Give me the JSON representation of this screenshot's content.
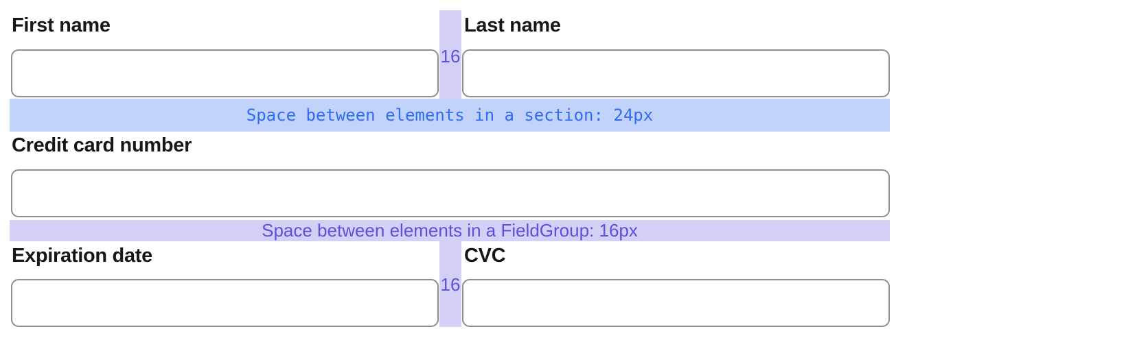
{
  "colors": {
    "section_band_bg": "#c1d3f8",
    "section_band_text": "#2f6cf1",
    "fieldgroup_band_bg": "#d4cff5",
    "fieldgroup_band_text": "#5a52dc",
    "input_border": "#8b8e97",
    "label_text": "#15171b"
  },
  "fields": {
    "first_name": {
      "label": "First name",
      "value": ""
    },
    "last_name": {
      "label": "Last name",
      "value": ""
    },
    "card_number": {
      "label": "Credit card number",
      "value": ""
    },
    "expiration": {
      "label": "Expiration date",
      "value": ""
    },
    "cvc": {
      "label": "CVC",
      "value": ""
    }
  },
  "annotations": {
    "section_gap_text": "Space between elements in a section: 24px",
    "fieldgroup_gap_text": "Space between elements in a FieldGroup: 16px",
    "column_gap_row1": "16",
    "column_gap_row3": "16"
  }
}
